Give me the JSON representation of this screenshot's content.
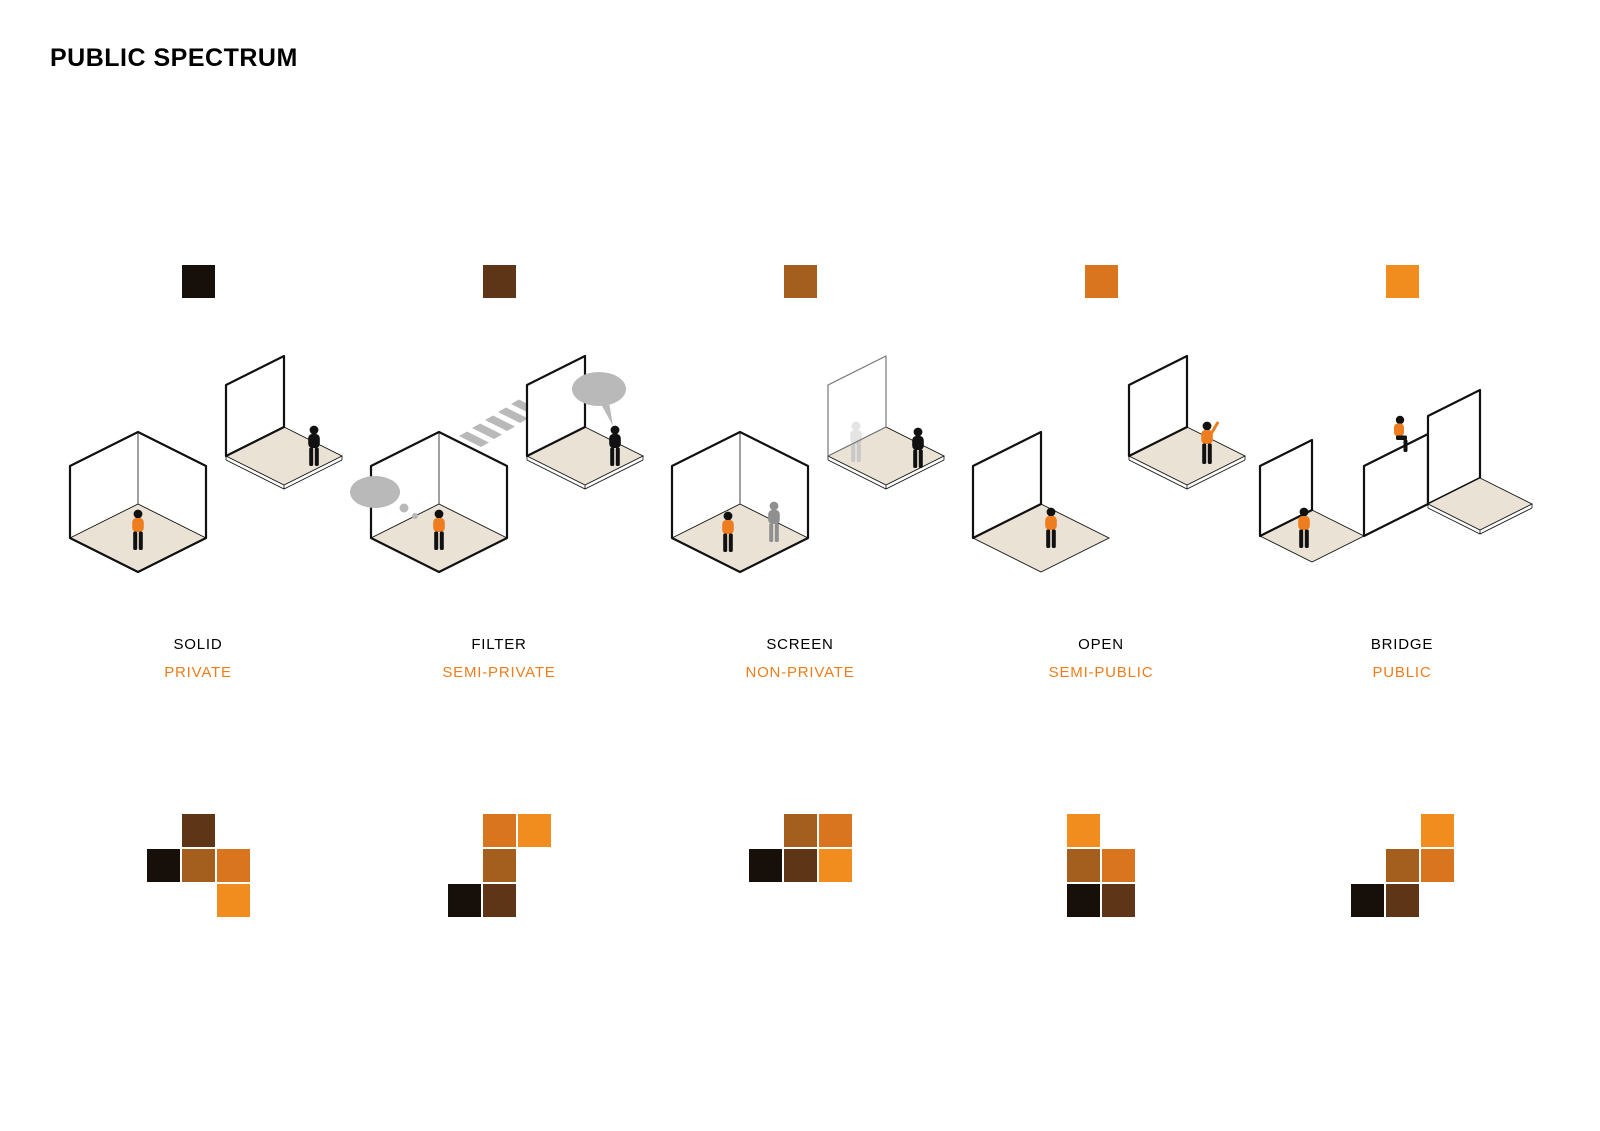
{
  "title": "PUBLIC SPECTRUM",
  "palette": {
    "black": "#17100a",
    "dark_brown": "#5f3517",
    "brown": "#a45e1e",
    "orange_brown": "#d9751e",
    "orange": "#f08d1e",
    "accent_text": "#ee7d1c",
    "floor": "#eae2d5",
    "gray": "#b9b9b9"
  },
  "columns": [
    {
      "id": "solid",
      "label": "SOLID",
      "sublabel": "PRIVATE",
      "swatch": "black",
      "cluster": {
        "rows": 3,
        "cols": 3,
        "cells": [
          {
            "r": 0,
            "c": 1,
            "color": "dark_brown"
          },
          {
            "r": 1,
            "c": 0,
            "color": "black"
          },
          {
            "r": 1,
            "c": 1,
            "color": "brown"
          },
          {
            "r": 1,
            "c": 2,
            "color": "orange_brown"
          },
          {
            "r": 2,
            "c": 2,
            "color": "orange"
          }
        ]
      }
    },
    {
      "id": "filter",
      "label": "FILTER",
      "sublabel": "SEMI-PRIVATE",
      "swatch": "dark_brown",
      "cluster": {
        "rows": 3,
        "cols": 3,
        "cells": [
          {
            "r": 0,
            "c": 1,
            "color": "orange_brown"
          },
          {
            "r": 0,
            "c": 2,
            "color": "orange"
          },
          {
            "r": 1,
            "c": 1,
            "color": "brown"
          },
          {
            "r": 2,
            "c": 0,
            "color": "black"
          },
          {
            "r": 2,
            "c": 1,
            "color": "dark_brown"
          }
        ]
      }
    },
    {
      "id": "screen",
      "label": "SCREEN",
      "sublabel": "NON-PRIVATE",
      "swatch": "brown",
      "cluster": {
        "rows": 2,
        "cols": 3,
        "cells": [
          {
            "r": 0,
            "c": 1,
            "color": "brown"
          },
          {
            "r": 0,
            "c": 2,
            "color": "orange_brown"
          },
          {
            "r": 1,
            "c": 0,
            "color": "black"
          },
          {
            "r": 1,
            "c": 1,
            "color": "dark_brown"
          },
          {
            "r": 1,
            "c": 2,
            "color": "orange"
          }
        ]
      }
    },
    {
      "id": "open",
      "label": "OPEN",
      "sublabel": "SEMI-PUBLIC",
      "swatch": "orange_brown",
      "cluster": {
        "rows": 3,
        "cols": 2,
        "cells": [
          {
            "r": 0,
            "c": 0,
            "color": "orange"
          },
          {
            "r": 1,
            "c": 0,
            "color": "brown"
          },
          {
            "r": 1,
            "c": 1,
            "color": "orange_brown"
          },
          {
            "r": 2,
            "c": 0,
            "color": "black"
          },
          {
            "r": 2,
            "c": 1,
            "color": "dark_brown"
          }
        ]
      }
    },
    {
      "id": "bridge",
      "label": "BRIDGE",
      "sublabel": "PUBLIC",
      "swatch": "orange",
      "cluster": {
        "rows": 3,
        "cols": 3,
        "cells": [
          {
            "r": 0,
            "c": 2,
            "color": "orange"
          },
          {
            "r": 1,
            "c": 1,
            "color": "brown"
          },
          {
            "r": 1,
            "c": 2,
            "color": "orange_brown"
          },
          {
            "r": 2,
            "c": 0,
            "color": "black"
          },
          {
            "r": 2,
            "c": 1,
            "color": "dark_brown"
          }
        ]
      }
    }
  ]
}
